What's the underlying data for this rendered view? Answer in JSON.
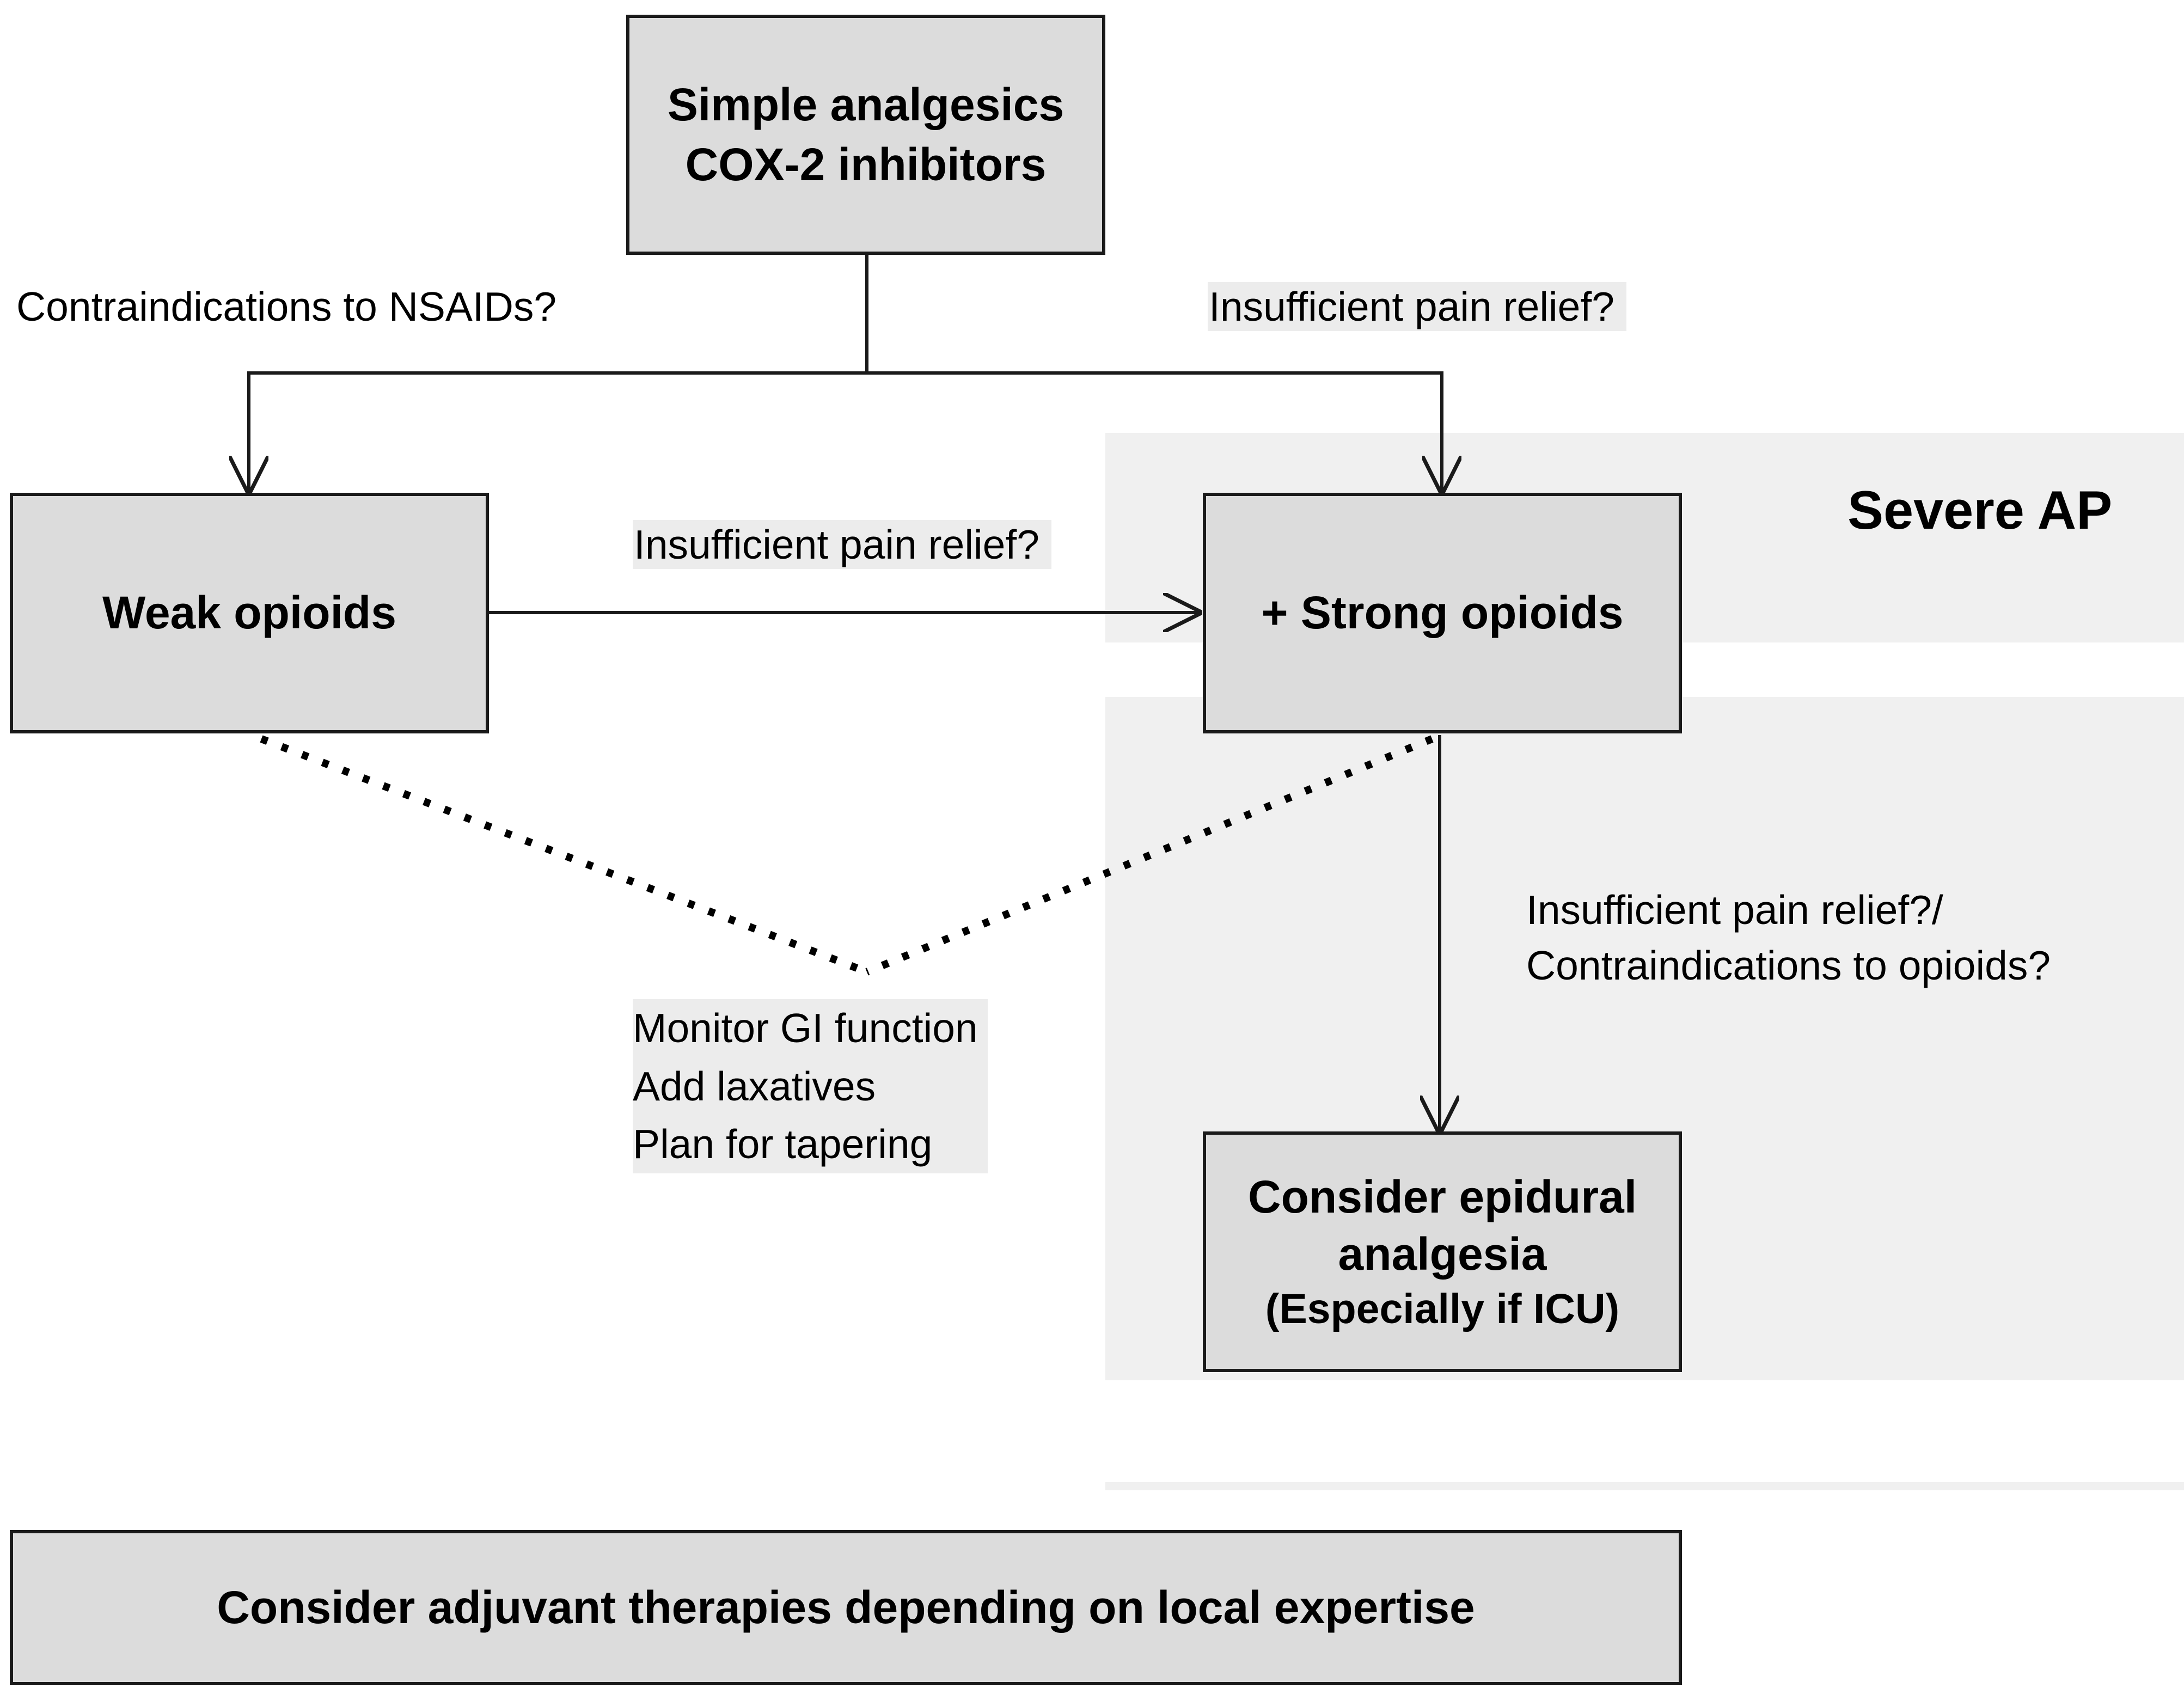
{
  "diagram": {
    "nodes": {
      "simple_analgesics": {
        "lines": [
          "Simple analgesics",
          "COX-2 inhibitors"
        ]
      },
      "weak_opioids": {
        "text": "Weak opioids"
      },
      "strong_opioids": {
        "text": "+ Strong opioids"
      },
      "epidural": {
        "lines": [
          "Consider epidural",
          "analgesia",
          "(Especially if ICU)"
        ]
      },
      "adjuvant": {
        "text": "Consider adjuvant therapies depending on local expertise"
      }
    },
    "labels": {
      "contra_nsaids": "Contraindications to NSAIDs?",
      "insufficient_top": "Insufficient pain relief?",
      "insufficient_middle": "Insufficient pain relief?",
      "insufficient_contra": [
        "Insufficient pain relief?/",
        "Contraindications to opioids?"
      ],
      "monitor": [
        "Monitor GI function",
        "Add laxatives",
        "Plan for tapering"
      ]
    },
    "region_title": "Severe AP",
    "edges": [
      {
        "from": "simple_analgesics",
        "to": "weak_opioids",
        "style": "solid-arrow"
      },
      {
        "from": "simple_analgesics",
        "to": "strong_opioids",
        "style": "solid-arrow"
      },
      {
        "from": "weak_opioids",
        "to": "strong_opioids",
        "style": "solid-arrow"
      },
      {
        "from": "strong_opioids",
        "to": "epidural",
        "style": "solid-arrow"
      },
      {
        "from": "weak_opioids",
        "to": "monitor",
        "style": "dotted"
      },
      {
        "from": "strong_opioids",
        "to": "monitor",
        "style": "dotted"
      }
    ],
    "colors": {
      "box_fill": "#dcdcdc",
      "region_fill": "#f0f0f0",
      "stroke": "#1a1a1a"
    }
  }
}
